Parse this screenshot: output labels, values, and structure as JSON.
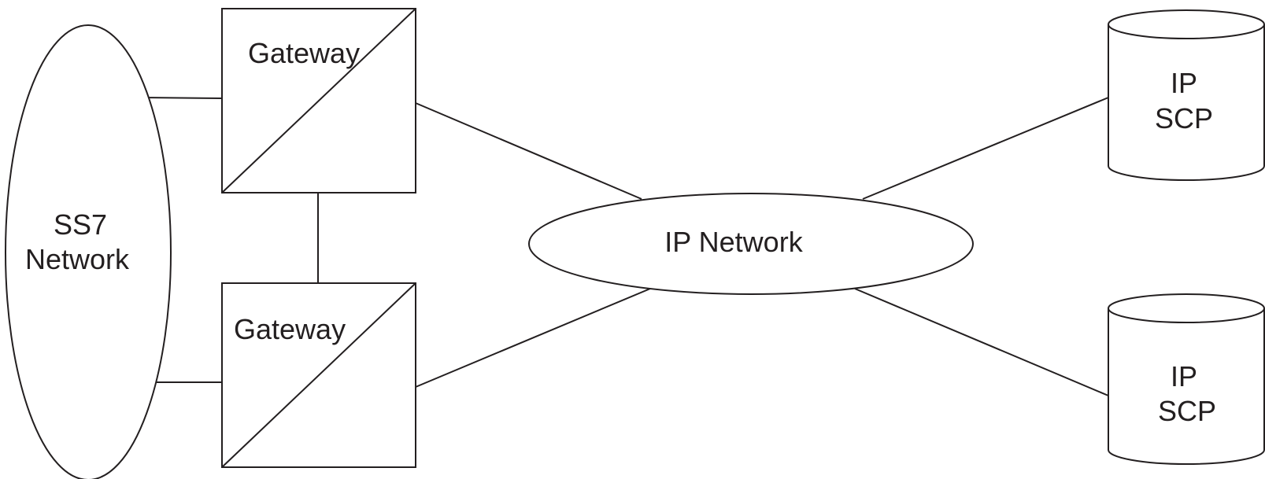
{
  "colors": {
    "stroke": "#231f20",
    "background": "#ffffff"
  },
  "ss7_network": {
    "line1": "SS7",
    "line2": "Network"
  },
  "gateway_top": {
    "label": "Gateway"
  },
  "gateway_bottom": {
    "label": "Gateway"
  },
  "ip_network": {
    "label": "IP Network"
  },
  "scp_top": {
    "line1": "IP",
    "line2": "SCP"
  },
  "scp_bottom": {
    "line1": "IP",
    "line2": "SCP"
  },
  "edges": [
    {
      "from": "ss7-network",
      "to": "gateway-top"
    },
    {
      "from": "ss7-network",
      "to": "gateway-bottom"
    },
    {
      "from": "gateway-top",
      "to": "gateway-bottom"
    },
    {
      "from": "gateway-top",
      "to": "ip-network"
    },
    {
      "from": "gateway-bottom",
      "to": "ip-network"
    },
    {
      "from": "ip-network",
      "to": "scp-top"
    },
    {
      "from": "ip-network",
      "to": "scp-bottom"
    }
  ]
}
